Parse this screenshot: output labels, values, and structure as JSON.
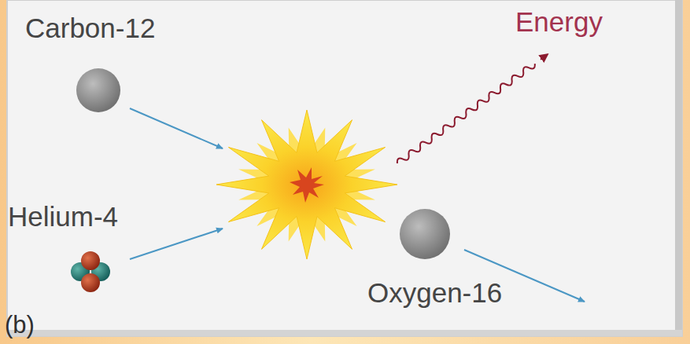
{
  "diagram": {
    "labels": [
      "Carbon-12",
      "Energy",
      "Helium-4",
      "Oxygen-16",
      "(b)"
    ]
  }
}
